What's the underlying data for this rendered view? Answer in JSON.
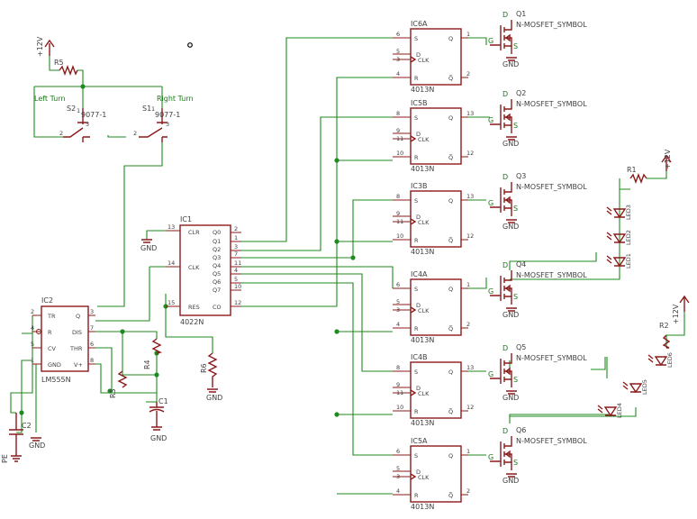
{
  "supply": {
    "vcc": "+12V",
    "ground": "GND",
    "pe": "PE"
  },
  "switches": {
    "s1": {
      "ref": "S1",
      "value": "9077-1",
      "label": "Right Turn",
      "pins": [
        "1",
        "2",
        "3"
      ]
    },
    "s2": {
      "ref": "S2",
      "value": "9077-1",
      "label": "Left Turn",
      "pins": [
        "1",
        "2",
        "3"
      ]
    }
  },
  "resistors": {
    "r1": "R1",
    "r2": "R2",
    "r3": "R3",
    "r4": "R4",
    "r5": "R5",
    "r6": "R6"
  },
  "capacitors": {
    "c1": "C1",
    "c2": "C2"
  },
  "leds": [
    "LED1",
    "LED2",
    "LED3",
    "LED4",
    "LED5",
    "LED6"
  ],
  "timer": {
    "ref": "IC2",
    "value": "LM555N",
    "pins_left": [
      "TR",
      "R",
      "CV",
      "GND"
    ],
    "pins_right": [
      "Q",
      "DIS",
      "THR",
      "V+"
    ],
    "pin_nums": [
      "2",
      "4",
      "5",
      "1",
      "3",
      "7",
      "6",
      "8"
    ]
  },
  "counter": {
    "ref": "IC1",
    "value": "4022N",
    "pins_left": [
      "CLR",
      "CLK",
      "RES"
    ],
    "pins_right": [
      "Q0",
      "Q1",
      "Q2",
      "Q3",
      "Q4",
      "Q5",
      "Q6",
      "Q7",
      "CO"
    ],
    "left_nums": [
      "13",
      "14",
      "15"
    ],
    "right_nums": [
      "2",
      "1",
      "3",
      "7",
      "11",
      "4",
      "5",
      "10",
      "12"
    ]
  },
  "flipflops": [
    {
      "ref": "IC6A",
      "value": "4013N",
      "nums": [
        "6",
        "5",
        "3",
        "4",
        "1",
        "2"
      ]
    },
    {
      "ref": "IC5B",
      "value": "4013N",
      "nums": [
        "8",
        "9",
        "11",
        "10",
        "13",
        "12"
      ]
    },
    {
      "ref": "IC3B",
      "value": "4013N",
      "nums": [
        "8",
        "9",
        "11",
        "10",
        "13",
        "12"
      ]
    },
    {
      "ref": "IC4A",
      "value": "4013N",
      "nums": [
        "6",
        "5",
        "3",
        "4",
        "1",
        "2"
      ]
    },
    {
      "ref": "IC4B",
      "value": "4013N",
      "nums": [
        "8",
        "9",
        "11",
        "10",
        "13",
        "12"
      ]
    },
    {
      "ref": "IC5A",
      "value": "4013N",
      "nums": [
        "6",
        "5",
        "3",
        "4",
        "1",
        "2"
      ]
    }
  ],
  "ff_pins": {
    "s": "S",
    "d": "D",
    "clk": "CLK",
    "r": "R",
    "q": "Q",
    "qn": "Q̅"
  },
  "mosfets": [
    {
      "ref": "Q1",
      "value": "N-MOSFET_SYMBOL"
    },
    {
      "ref": "Q2",
      "value": "N-MOSFET_SYMBOL"
    },
    {
      "ref": "Q3",
      "value": "N-MOSFET_SYMBOL"
    },
    {
      "ref": "Q4",
      "value": "N-MOSFET_SYMBOL"
    },
    {
      "ref": "Q5",
      "value": "N-MOSFET_SYMBOL"
    },
    {
      "ref": "Q6",
      "value": "N-MOSFET_SYMBOL"
    }
  ],
  "mosfet_pins": {
    "d": "D",
    "g": "G",
    "s": "S"
  }
}
